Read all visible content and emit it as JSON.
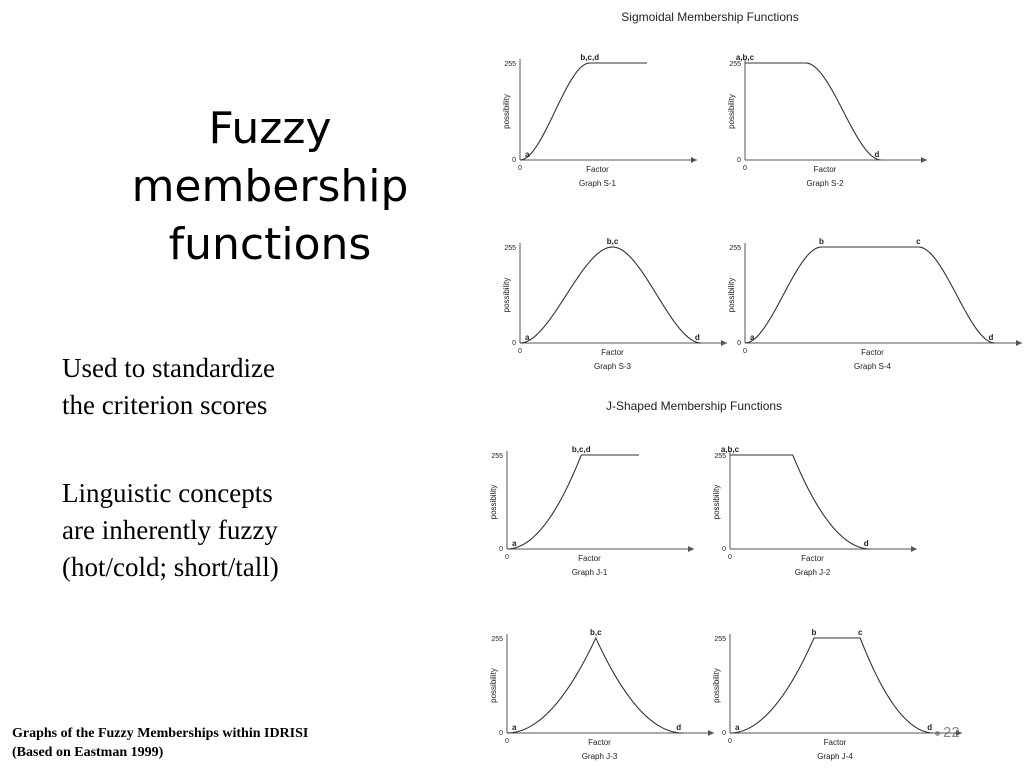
{
  "slide": {
    "title_lines": [
      "Fuzzy",
      "membership",
      "functions"
    ],
    "bullets": [
      {
        "lines": [
          "Used to standardize",
          "the criterion scores"
        ]
      },
      {
        "lines": [
          "Linguistic concepts",
          "are inherently fuzzy",
          "(hot/cold; short/tall)"
        ]
      }
    ],
    "caption_lines": [
      "Graphs of the Fuzzy Memberships within IDRISI",
      "(Based on Eastman 1999)"
    ],
    "page_number": "22"
  },
  "chart_data": [
    {
      "type": "line",
      "group_title": "Sigmoidal Membership Functions",
      "graph_label": "Graph S-1",
      "shape": "sigmoidal",
      "xlabel": "Factor",
      "ylabel": "possibility",
      "ylim": [
        0,
        255
      ],
      "x_origin_label": "0",
      "y_tick_labels": [
        "255",
        "0"
      ],
      "control_points": [
        {
          "label": "a",
          "x": 0.0,
          "y": 0
        },
        {
          "label": "b,c,d",
          "x": 0.45,
          "y": 255
        },
        {
          "label": "",
          "x": 0.82,
          "y": 255
        }
      ]
    },
    {
      "type": "line",
      "group_title": "Sigmoidal Membership Functions",
      "graph_label": "Graph S-2",
      "shape": "sigmoidal",
      "xlabel": "Factor",
      "ylabel": "possibility",
      "ylim": [
        0,
        255
      ],
      "x_origin_label": "0",
      "y_tick_labels": [
        "255",
        "0"
      ],
      "control_points": [
        {
          "label": "a,b,c",
          "x": 0.0,
          "y": 255
        },
        {
          "label": "",
          "x": 0.38,
          "y": 255
        },
        {
          "label": "d",
          "x": 0.85,
          "y": 0
        }
      ]
    },
    {
      "type": "line",
      "group_title": "Sigmoidal Membership Functions",
      "graph_label": "Graph S-3",
      "shape": "sigmoidal",
      "xlabel": "Factor",
      "ylabel": "possibility",
      "ylim": [
        0,
        255
      ],
      "x_origin_label": "0",
      "y_tick_labels": [
        "255",
        "0"
      ],
      "control_points": [
        {
          "label": "a",
          "x": 0.0,
          "y": 0
        },
        {
          "label": "b,c",
          "x": 0.5,
          "y": 255
        },
        {
          "label": "d",
          "x": 0.98,
          "y": 0
        }
      ]
    },
    {
      "type": "line",
      "group_title": "Sigmoidal Membership Functions",
      "graph_label": "Graph S-4",
      "shape": "sigmoidal",
      "xlabel": "Factor",
      "ylabel": "possibility",
      "ylim": [
        0,
        255
      ],
      "x_origin_label": "0",
      "y_tick_labels": [
        "255",
        "0"
      ],
      "control_points": [
        {
          "label": "a",
          "x": 0.0,
          "y": 0
        },
        {
          "label": "b",
          "x": 0.3,
          "y": 255
        },
        {
          "label": "c",
          "x": 0.68,
          "y": 255
        },
        {
          "label": "d",
          "x": 0.98,
          "y": 0
        }
      ]
    },
    {
      "type": "line",
      "group_title": "J-Shaped Membership Functions",
      "graph_label": "Graph J-1",
      "shape": "j-shaped",
      "xlabel": "Factor",
      "ylabel": "possibility",
      "ylim": [
        0,
        255
      ],
      "x_origin_label": "0",
      "y_tick_labels": [
        "255",
        "0"
      ],
      "control_points": [
        {
          "label": "a",
          "x": 0.0,
          "y": 0
        },
        {
          "label": "b,c,d",
          "x": 0.45,
          "y": 255
        },
        {
          "label": "",
          "x": 0.8,
          "y": 255
        }
      ]
    },
    {
      "type": "line",
      "group_title": "J-Shaped Membership Functions",
      "graph_label": "Graph J-2",
      "shape": "j-shaped",
      "xlabel": "Factor",
      "ylabel": "possibility",
      "ylim": [
        0,
        255
      ],
      "x_origin_label": "0",
      "y_tick_labels": [
        "255",
        "0"
      ],
      "control_points": [
        {
          "label": "a,b,c",
          "x": 0.0,
          "y": 255
        },
        {
          "label": "",
          "x": 0.38,
          "y": 255
        },
        {
          "label": "d",
          "x": 0.85,
          "y": 0
        }
      ]
    },
    {
      "type": "line",
      "group_title": "J-Shaped Membership Functions",
      "graph_label": "Graph J-3",
      "shape": "j-shaped",
      "xlabel": "Factor",
      "ylabel": "possibility",
      "ylim": [
        0,
        255
      ],
      "x_origin_label": "0",
      "y_tick_labels": [
        "255",
        "0"
      ],
      "control_points": [
        {
          "label": "a",
          "x": 0.0,
          "y": 0
        },
        {
          "label": "b,c",
          "x": 0.48,
          "y": 255
        },
        {
          "label": "d",
          "x": 0.95,
          "y": 0
        }
      ]
    },
    {
      "type": "line",
      "group_title": "J-Shaped Membership Functions",
      "graph_label": "Graph J-4",
      "shape": "j-shaped",
      "xlabel": "Factor",
      "ylabel": "possibility",
      "ylim": [
        0,
        255
      ],
      "x_origin_label": "0",
      "y_tick_labels": [
        "255",
        "0"
      ],
      "control_points": [
        {
          "label": "a",
          "x": 0.0,
          "y": 0
        },
        {
          "label": "b",
          "x": 0.4,
          "y": 255
        },
        {
          "label": "c",
          "x": 0.62,
          "y": 255
        },
        {
          "label": "d",
          "x": 0.97,
          "y": 0
        }
      ]
    }
  ]
}
